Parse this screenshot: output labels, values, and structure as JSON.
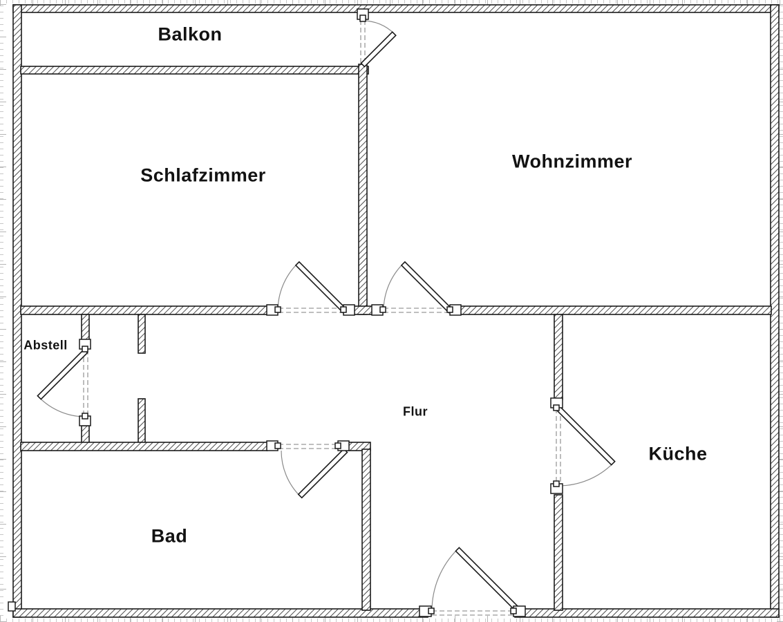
{
  "plan": {
    "type": "apartment-floor-plan"
  },
  "labels": {
    "balkon": "Balkon",
    "schlafzimmer": "Schlafzimmer",
    "wohnzimmer": "Wohnzimmer",
    "abstell": "Abstell",
    "flur": "Flur",
    "bad": "Bad",
    "kueche": "Küche"
  },
  "colors": {
    "wall_outline": "#1a1a1a",
    "wall_hatch": "#4a4a4a",
    "opening_dash": "#999999",
    "door_arc": "#8a8a8a",
    "label_text": "#121212",
    "ruler_tick": "#c7c7c7",
    "background": "#ffffff"
  }
}
